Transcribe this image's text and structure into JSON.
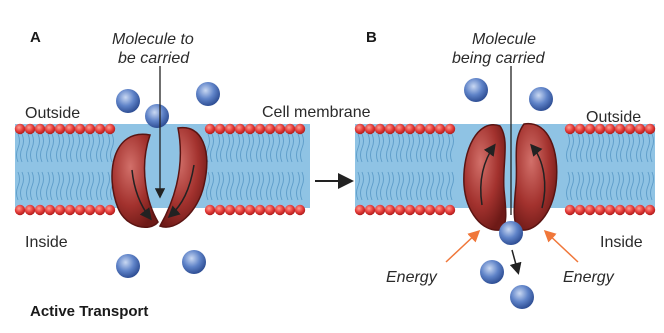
{
  "panel_a": {
    "letter": "A",
    "molecule_label_line1": "Molecule to",
    "molecule_label_line2": "be carried",
    "outside_label": "Outside",
    "inside_label": "Inside"
  },
  "membrane_label": "Cell membrane",
  "panel_b": {
    "letter": "B",
    "molecule_label_line1": "Molecule",
    "molecule_label_line2": "being carried",
    "outside_label": "Outside",
    "inside_label": "Inside",
    "energy_left": "Energy",
    "energy_right": "Energy"
  },
  "caption": "Active Transport",
  "colors": {
    "lipid_head": "#e33a38",
    "lipid_tail": "#8fc3e4",
    "protein": "#9b2f2c",
    "molecule": "#4d70b8",
    "energy_arrow": "#f0773a"
  }
}
